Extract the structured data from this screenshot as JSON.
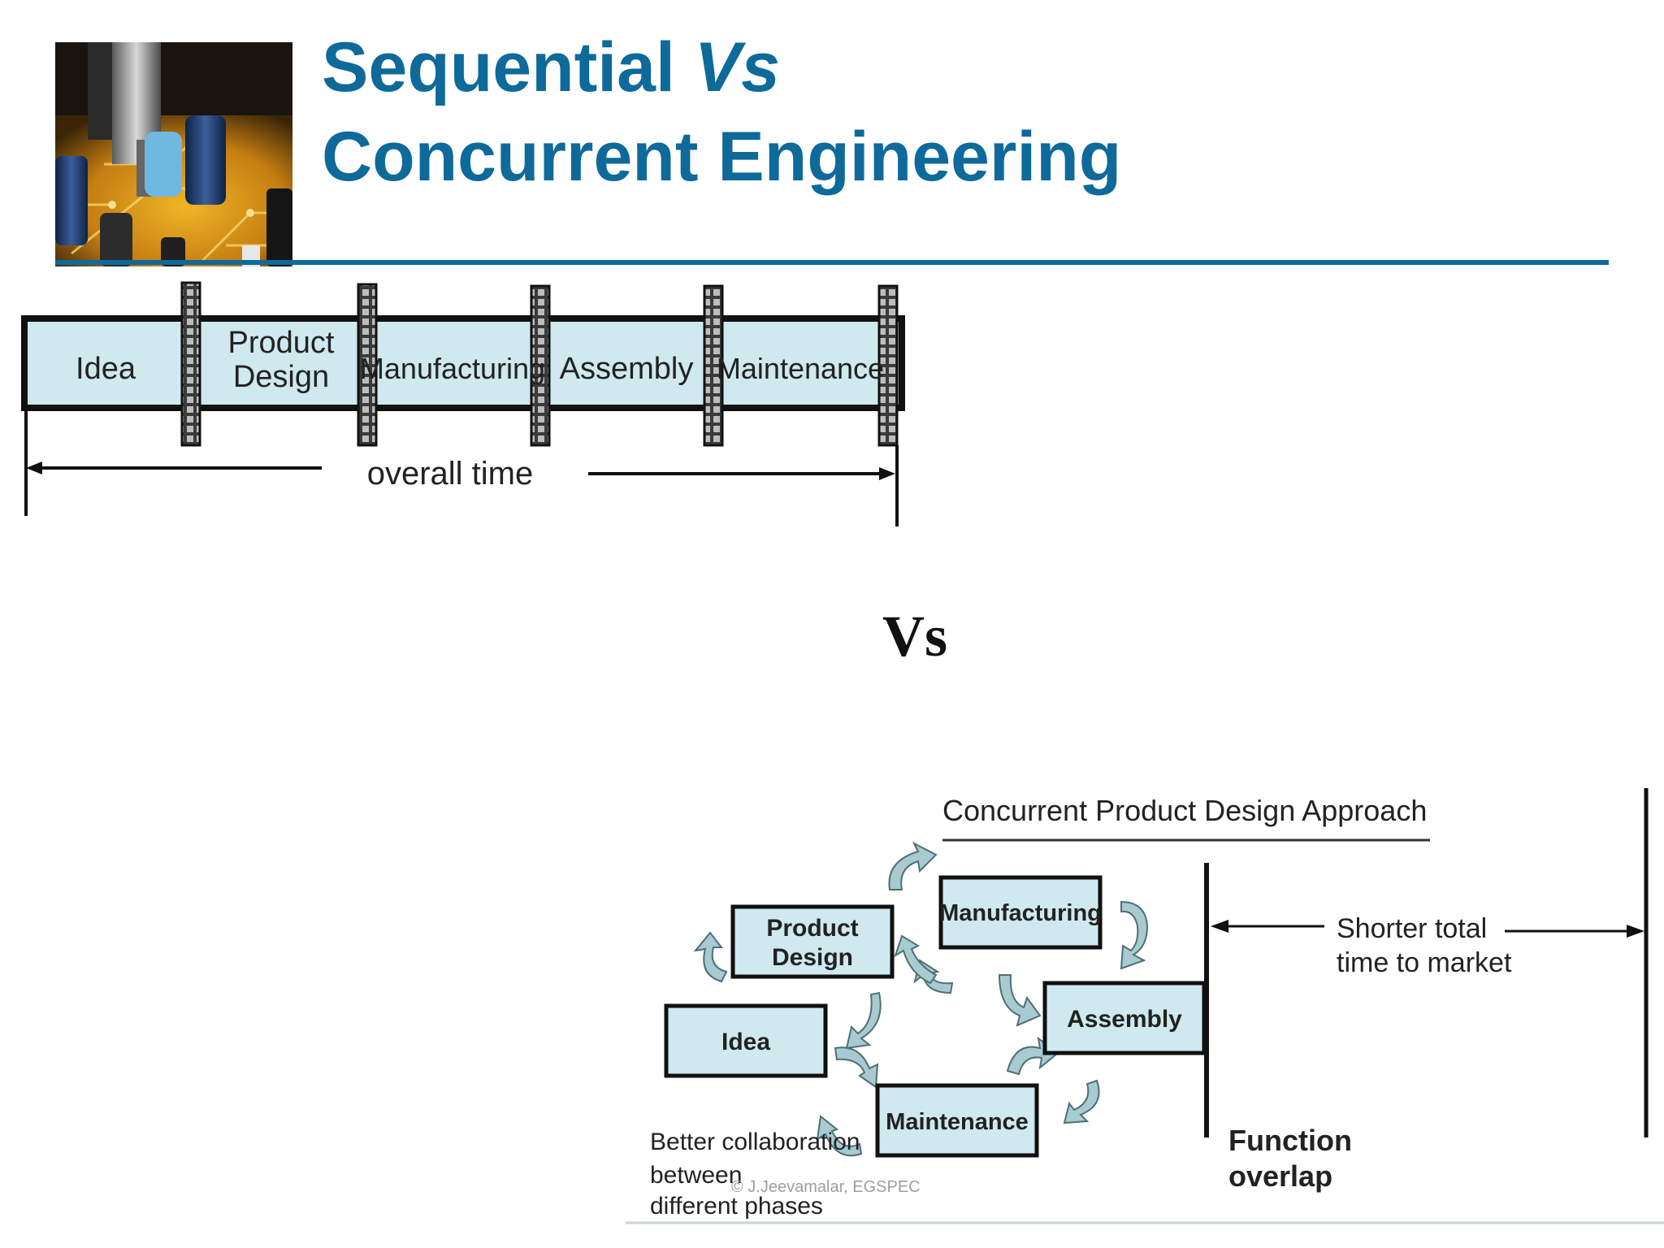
{
  "slide": {
    "title_line1_prefix": "Sequential ",
    "title_line1_emphasis": "Vs",
    "title_line2": "Concurrent Engineering",
    "vs_label": "Vs",
    "footer": "© J.Jeevamalar,  EGSPEC",
    "colors": {
      "title": "#0e6a9a",
      "box_fill": "#cfe9ee",
      "arrow_fill": "#a8cbd2"
    }
  },
  "sequential": {
    "stages": [
      "Idea",
      "Product Design",
      "Manufacturing",
      "Assembly",
      "Maintenance"
    ],
    "time_label": "overall time"
  },
  "concurrent": {
    "heading": "Concurrent Product Design Approach",
    "boxes": {
      "product_design": "Product Design",
      "manufacturing": "Manufacturing",
      "idea": "Idea",
      "assembly": "Assembly",
      "maintenance": "Maintenance"
    },
    "shorter_line1": "Shorter total",
    "shorter_line2": "time to market",
    "collab_line1": "Better collaboration",
    "collab_line2": "between",
    "collab_line3": "different phases",
    "overlap_line1": "Function",
    "overlap_line2": "overlap"
  }
}
